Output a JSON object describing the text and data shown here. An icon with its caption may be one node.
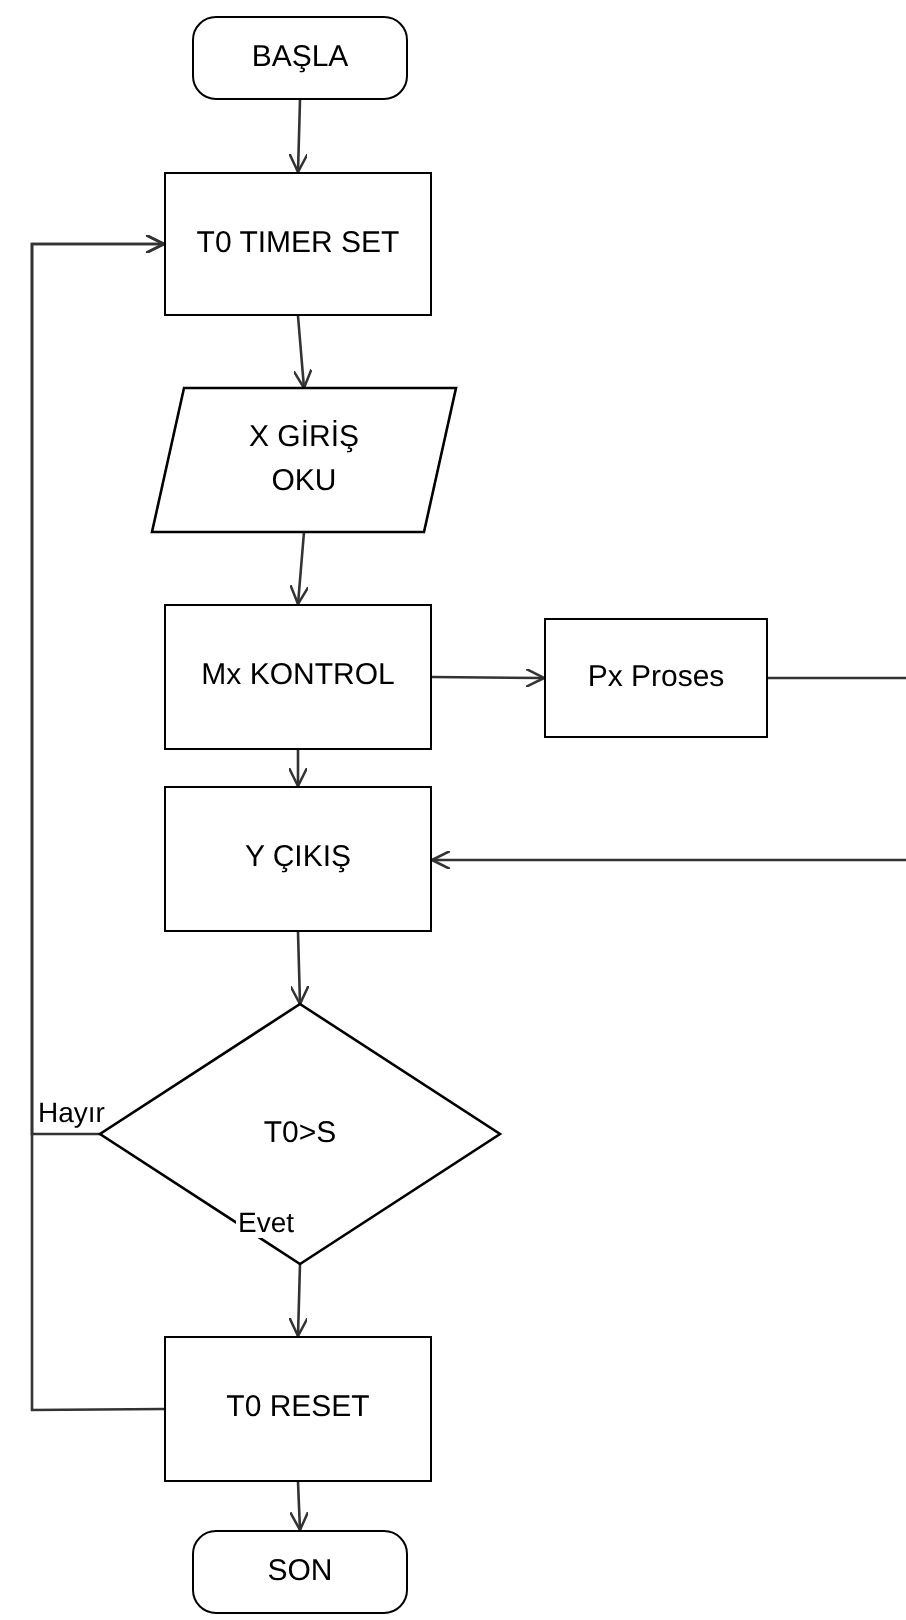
{
  "diagram": {
    "nodes": [
      {
        "text": [
          "BAŞLA"
        ]
      },
      {
        "text": [
          "T0 TIMER SET"
        ]
      },
      {
        "text": [
          "X GİRİŞ OKU"
        ]
      },
      {
        "text": [
          "Mx KONTROL"
        ]
      },
      {
        "text": [
          "Px Proses"
        ]
      },
      {
        "text": [
          "Y ÇIKIŞ"
        ]
      },
      {
        "text": [
          "T0>S"
        ]
      },
      {
        "text": [
          "T0 RESET"
        ]
      },
      {
        "text": [
          "SON"
        ]
      }
    ],
    "edges": [
      {
        "from": 0,
        "to": 1,
        "arrow": "to"
      },
      {
        "from": 1,
        "to": 2,
        "arrow": "to"
      },
      {
        "from": 2,
        "to": 3,
        "arrow": "to"
      },
      {
        "from": 3,
        "to": 4,
        "arrow": "to"
      },
      {
        "from": 3,
        "to": 5,
        "arrow": "to"
      },
      {
        "from": 4,
        "to": 5,
        "arrow": "to"
      },
      {
        "from": 5,
        "to": 6,
        "arrow": "to"
      },
      {
        "from": 6,
        "to": 1,
        "label": "Hayır",
        "arrow": "to"
      },
      {
        "from": 6,
        "to": 7,
        "label": "Evet",
        "arrow": "to"
      },
      {
        "from": 7,
        "to": 1,
        "arrow": "to"
      },
      {
        "from": 7,
        "to": 8,
        "arrow": "to"
      }
    ]
  }
}
